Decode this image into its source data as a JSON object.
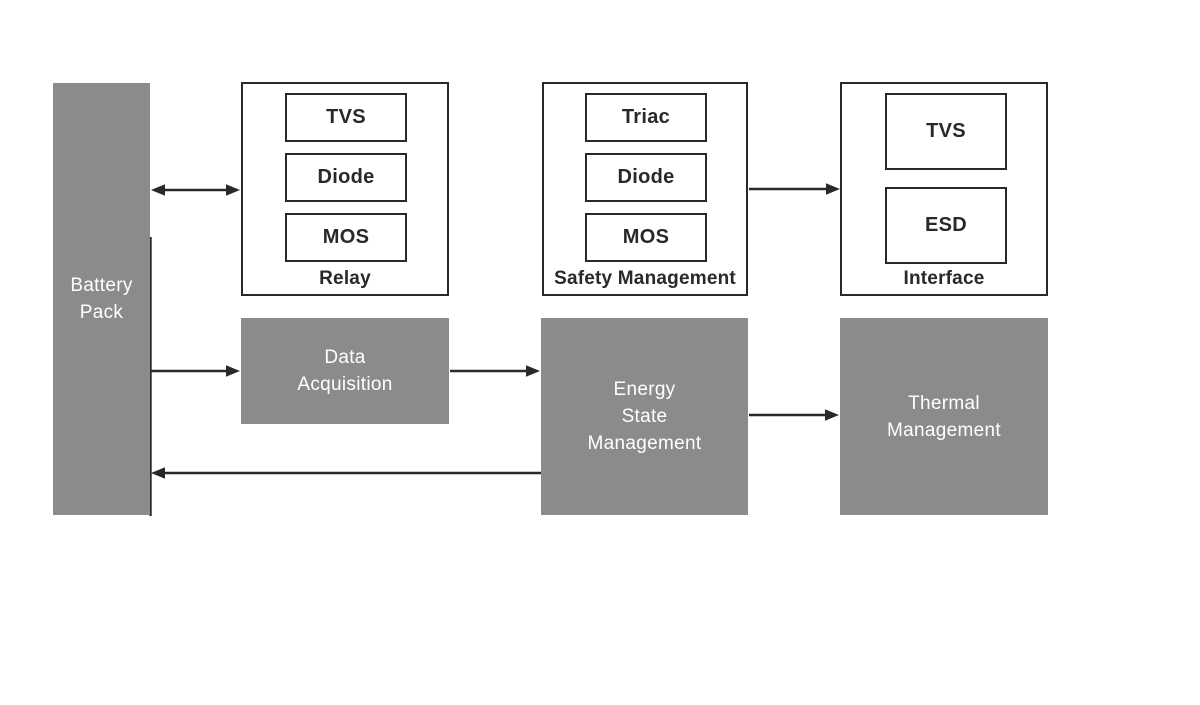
{
  "colors": {
    "background": "#ffffff",
    "node_fill": "#8b8b8b",
    "node_text": "#ffffff",
    "line_color": "#2b2826",
    "box_text": "#2b2826"
  },
  "nodes": {
    "battery_pack": {
      "lines": [
        "Battery",
        "Pack"
      ]
    },
    "data_acquisition": {
      "lines": [
        "Data",
        "Acquisition"
      ]
    },
    "energy_state_management": {
      "lines": [
        "Energy",
        "State",
        "Management"
      ]
    },
    "thermal_management": {
      "lines": [
        "Thermal",
        "Management"
      ]
    }
  },
  "containers": {
    "relay": {
      "label": "Relay",
      "items": [
        "TVS",
        "Diode",
        "MOS"
      ]
    },
    "safety_management": {
      "label": "Safety Management",
      "items": [
        "Triac",
        "Diode",
        "MOS"
      ]
    },
    "interface": {
      "label": "Interface",
      "items": [
        "TVS",
        "ESD"
      ]
    }
  },
  "connections": [
    {
      "from": "Battery Pack",
      "to": "Relay",
      "type": "double-arrow"
    },
    {
      "from": "Safety Management",
      "to": "Interface",
      "type": "arrow"
    },
    {
      "from": "Battery Pack",
      "to": "Data Acquisition",
      "type": "arrow"
    },
    {
      "from": "Data Acquisition",
      "to": "Energy State Management",
      "type": "arrow"
    },
    {
      "from": "Energy State Management",
      "to": "Thermal Management",
      "type": "arrow"
    },
    {
      "from": "Energy State Management",
      "to": "Battery Pack",
      "type": "arrow"
    }
  ]
}
